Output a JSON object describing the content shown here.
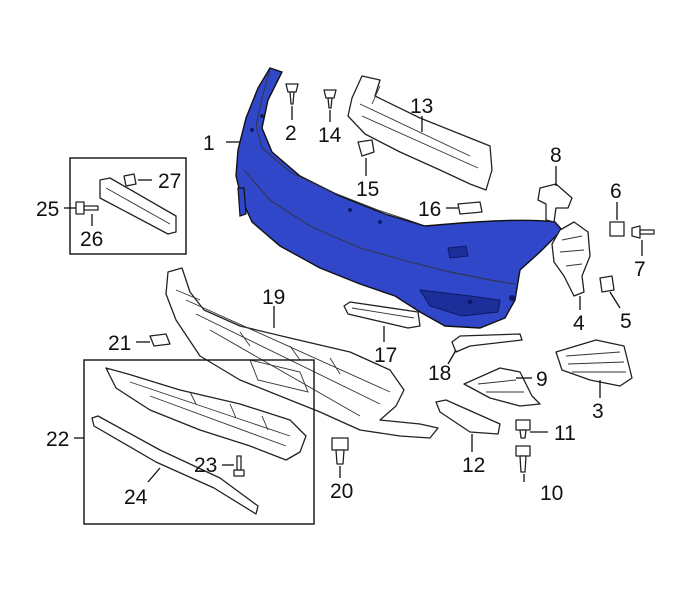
{
  "diagram": {
    "colors": {
      "highlight": "#2f47c8",
      "highlight_dark": "#1c2e9a",
      "line": "#222222",
      "background": "#ffffff"
    },
    "callouts": {
      "c1": "1",
      "c2": "2",
      "c3": "3",
      "c4": "4",
      "c5": "5",
      "c6": "6",
      "c7": "7",
      "c8": "8",
      "c9": "9",
      "c10": "10",
      "c11": "11",
      "c12": "12",
      "c13": "13",
      "c14": "14",
      "c15": "15",
      "c16": "16",
      "c17": "17",
      "c18": "18",
      "c19": "19",
      "c20": "20",
      "c21": "21",
      "c22": "22",
      "c23": "23",
      "c24": "24",
      "c25": "25",
      "c26": "26",
      "c27": "27"
    }
  }
}
